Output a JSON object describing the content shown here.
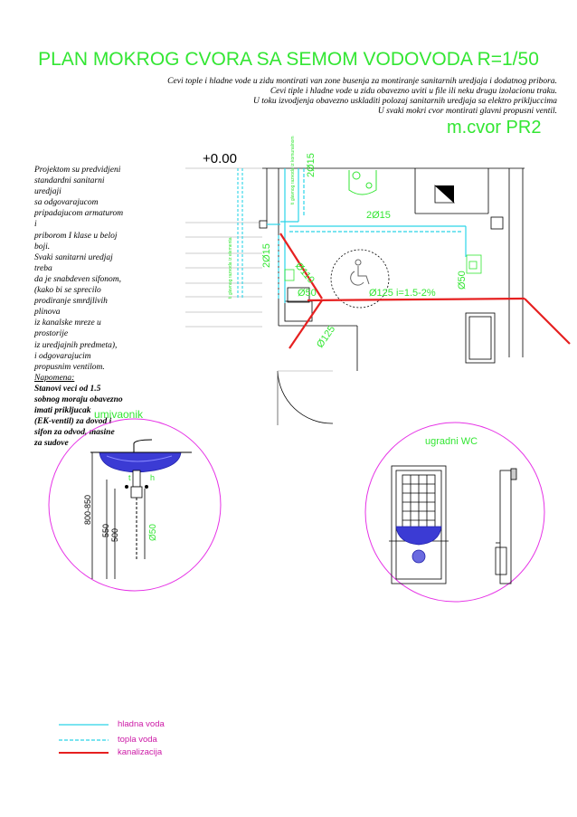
{
  "title": "PLAN MOKROG CVORA SA SEMOM VODOVODA R=1/50",
  "notes": [
    "Cevi tople i hladne vode u zidu montirati van zone busenja za montiranje sanitarnih uredjaja i dodatnog pribora.",
    "Cevi tiple i hladne vode u zidu obavezno uviti u file ili neku drugu izolacionu traku.",
    "U toku izvodjenja obavezno uskladiti polozaj sanitarnih uredjaja sa elektro prikljuccima",
    "U svaki mokri cvor montirati glavni propusni ventil."
  ],
  "room_id": "m.cvor PR2",
  "level": "+0.00",
  "left_notes": [
    {
      "text": "Projektom su predvidjeni",
      "style": ""
    },
    {
      "text": "standardni sanitarni",
      "style": ""
    },
    {
      "text": "uredjaji",
      "style": ""
    },
    {
      "text": "sa odgovarajucom",
      "style": ""
    },
    {
      "text": "pripadajucom armaturom",
      "style": ""
    },
    {
      "text": "i",
      "style": ""
    },
    {
      "text": "priborom I klase u beloj",
      "style": ""
    },
    {
      "text": "boji.",
      "style": ""
    },
    {
      "text": "Svaki sanitarni uredjaj",
      "style": ""
    },
    {
      "text": "treba",
      "style": ""
    },
    {
      "text": "da je snabdeven sifonom,",
      "style": ""
    },
    {
      "text": "(kako bi se sprecilo",
      "style": ""
    },
    {
      "text": "prodiranje smrdjlivih",
      "style": ""
    },
    {
      "text": "plinova",
      "style": ""
    },
    {
      "text": "iz kanalske mreze u",
      "style": ""
    },
    {
      "text": "prostorije",
      "style": ""
    },
    {
      "text": "iz uredjajnih predmeta),",
      "style": ""
    },
    {
      "text": "i odgovarajucim",
      "style": ""
    },
    {
      "text": "propusnim ventilom.",
      "style": ""
    },
    {
      "text": "Napomena:",
      "style": "u"
    },
    {
      "text": "Stanovi veci od 1.5",
      "style": "b"
    },
    {
      "text": "sobnog moraju obavezno",
      "style": "b"
    },
    {
      "text": "imati prikljucak",
      "style": "b"
    },
    {
      "text": "(EK-ventil) za dovod i",
      "style": "b"
    },
    {
      "text": "sifon za  odvod, masine",
      "style": "b"
    },
    {
      "text": "za sudove",
      "style": "b"
    }
  ],
  "pipe_labels": {
    "p1": "2Ø15",
    "p2": "2Ø15",
    "p3": "2Ø15",
    "p4": "Ø110",
    "p5": "Ø50",
    "p6": "Ø125 i=1.5-2%",
    "p7": "Ø125",
    "p8": "Ø50",
    "vertical_1": "ti glavnog razvoda iz elementa",
    "vertical_2": "ti glavnog razvoda iz komunalnom"
  },
  "details": {
    "washbasin": {
      "title": "umivaonik",
      "dims": [
        "800-850",
        "550",
        "500",
        "Ø50"
      ],
      "tap_labels": [
        "t",
        "h"
      ]
    },
    "wc": {
      "title": "ugradni WC"
    }
  },
  "legend": [
    {
      "label": "hladna voda",
      "color": "#2ad4e8",
      "style": "solid"
    },
    {
      "label": "topla voda",
      "color": "#2ad4e8",
      "style": "dashed"
    },
    {
      "label": "kanalizacija",
      "color": "#e62020",
      "style": "solid"
    }
  ],
  "colors": {
    "title": "#33e633",
    "cold_water": "#2ad4e8",
    "sewer": "#e62020",
    "detail_circle": "#e633e6",
    "fixture": "#3333cc"
  }
}
